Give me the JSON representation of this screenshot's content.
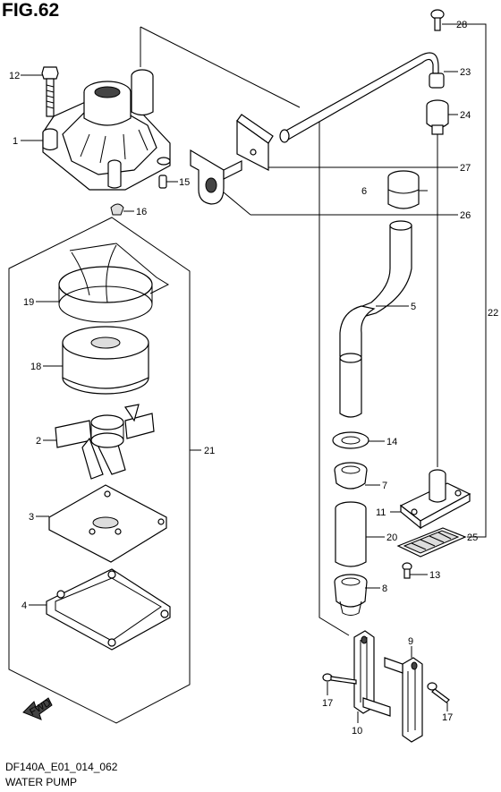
{
  "figure": {
    "title": "FIG.62",
    "code": "DF140A_E01_014_062",
    "name": "WATER PUMP"
  },
  "callouts": {
    "c1": "1",
    "c2": "2",
    "c3": "3",
    "c4": "4",
    "c5": "5",
    "c6": "6",
    "c7": "7",
    "c8": "8",
    "c9": "9",
    "c10": "10",
    "c11": "11",
    "c12": "12",
    "c13": "13",
    "c14": "14",
    "c15": "15",
    "c16": "16",
    "c17a": "17",
    "c17b": "17",
    "c18": "18",
    "c19": "19",
    "c20": "20",
    "c21": "21",
    "c22": "22",
    "c23": "23",
    "c24": "24",
    "c25": "25",
    "c26": "26",
    "c27": "27",
    "c28": "28"
  },
  "fwd_mark": "FWD"
}
